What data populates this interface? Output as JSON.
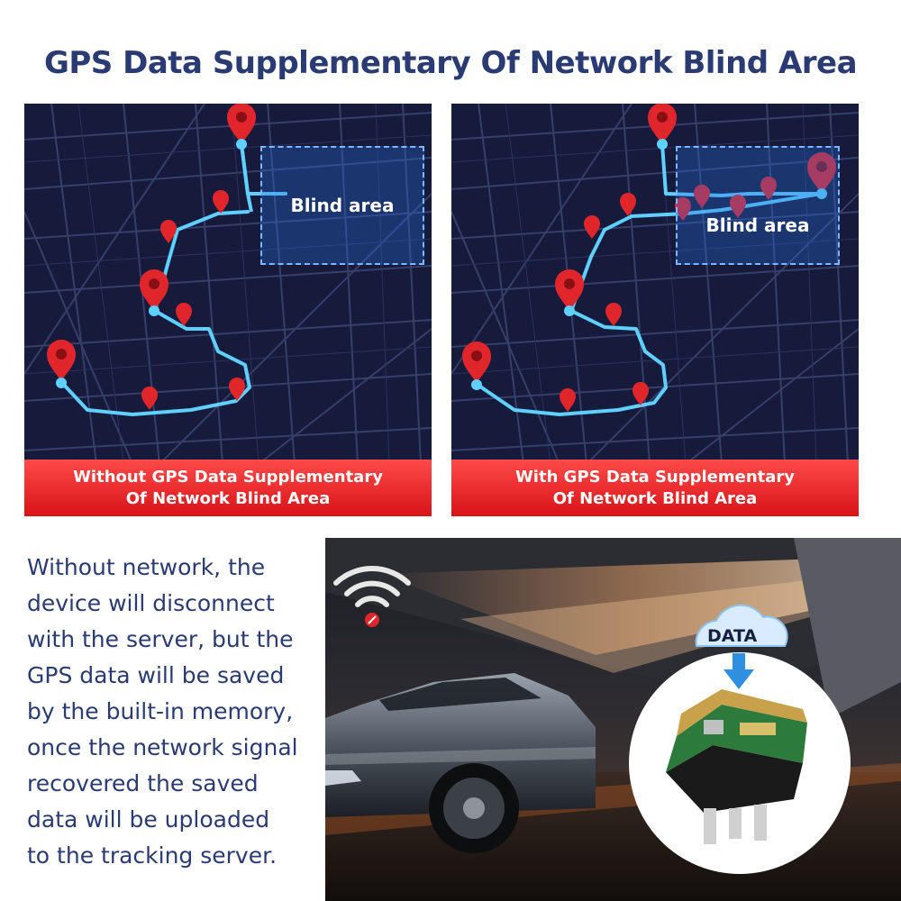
{
  "title": "GPS Data Supplementary Of Network Blind Area",
  "panels": {
    "left": {
      "blind_label": "Blind area",
      "caption_line1": "Without GPS Data Supplementary",
      "caption_line2": "Of Network Blind Area"
    },
    "right": {
      "blind_label": "Blind area",
      "caption_line1": "With GPS Data Supplementary",
      "caption_line2": "Of Network Blind Area"
    }
  },
  "description_lines": [
    "Without network, the",
    "device will disconnect",
    "with the server, but the",
    "GPS data will be saved",
    "by the built-in memory,",
    "once the network signal",
    "recovered the saved",
    "data will be uploaded",
    "to the tracking server."
  ],
  "cloud_label": "DATA",
  "colors": {
    "title": "#2a3a72",
    "caption_red": "#d81318",
    "route": "#5fd0ff",
    "pin": "#e0252b",
    "map_bg": "#161b3c"
  },
  "icons": [
    "wifi-off-icon",
    "cloud-icon",
    "arrow-down-icon",
    "map-pin-icon"
  ]
}
